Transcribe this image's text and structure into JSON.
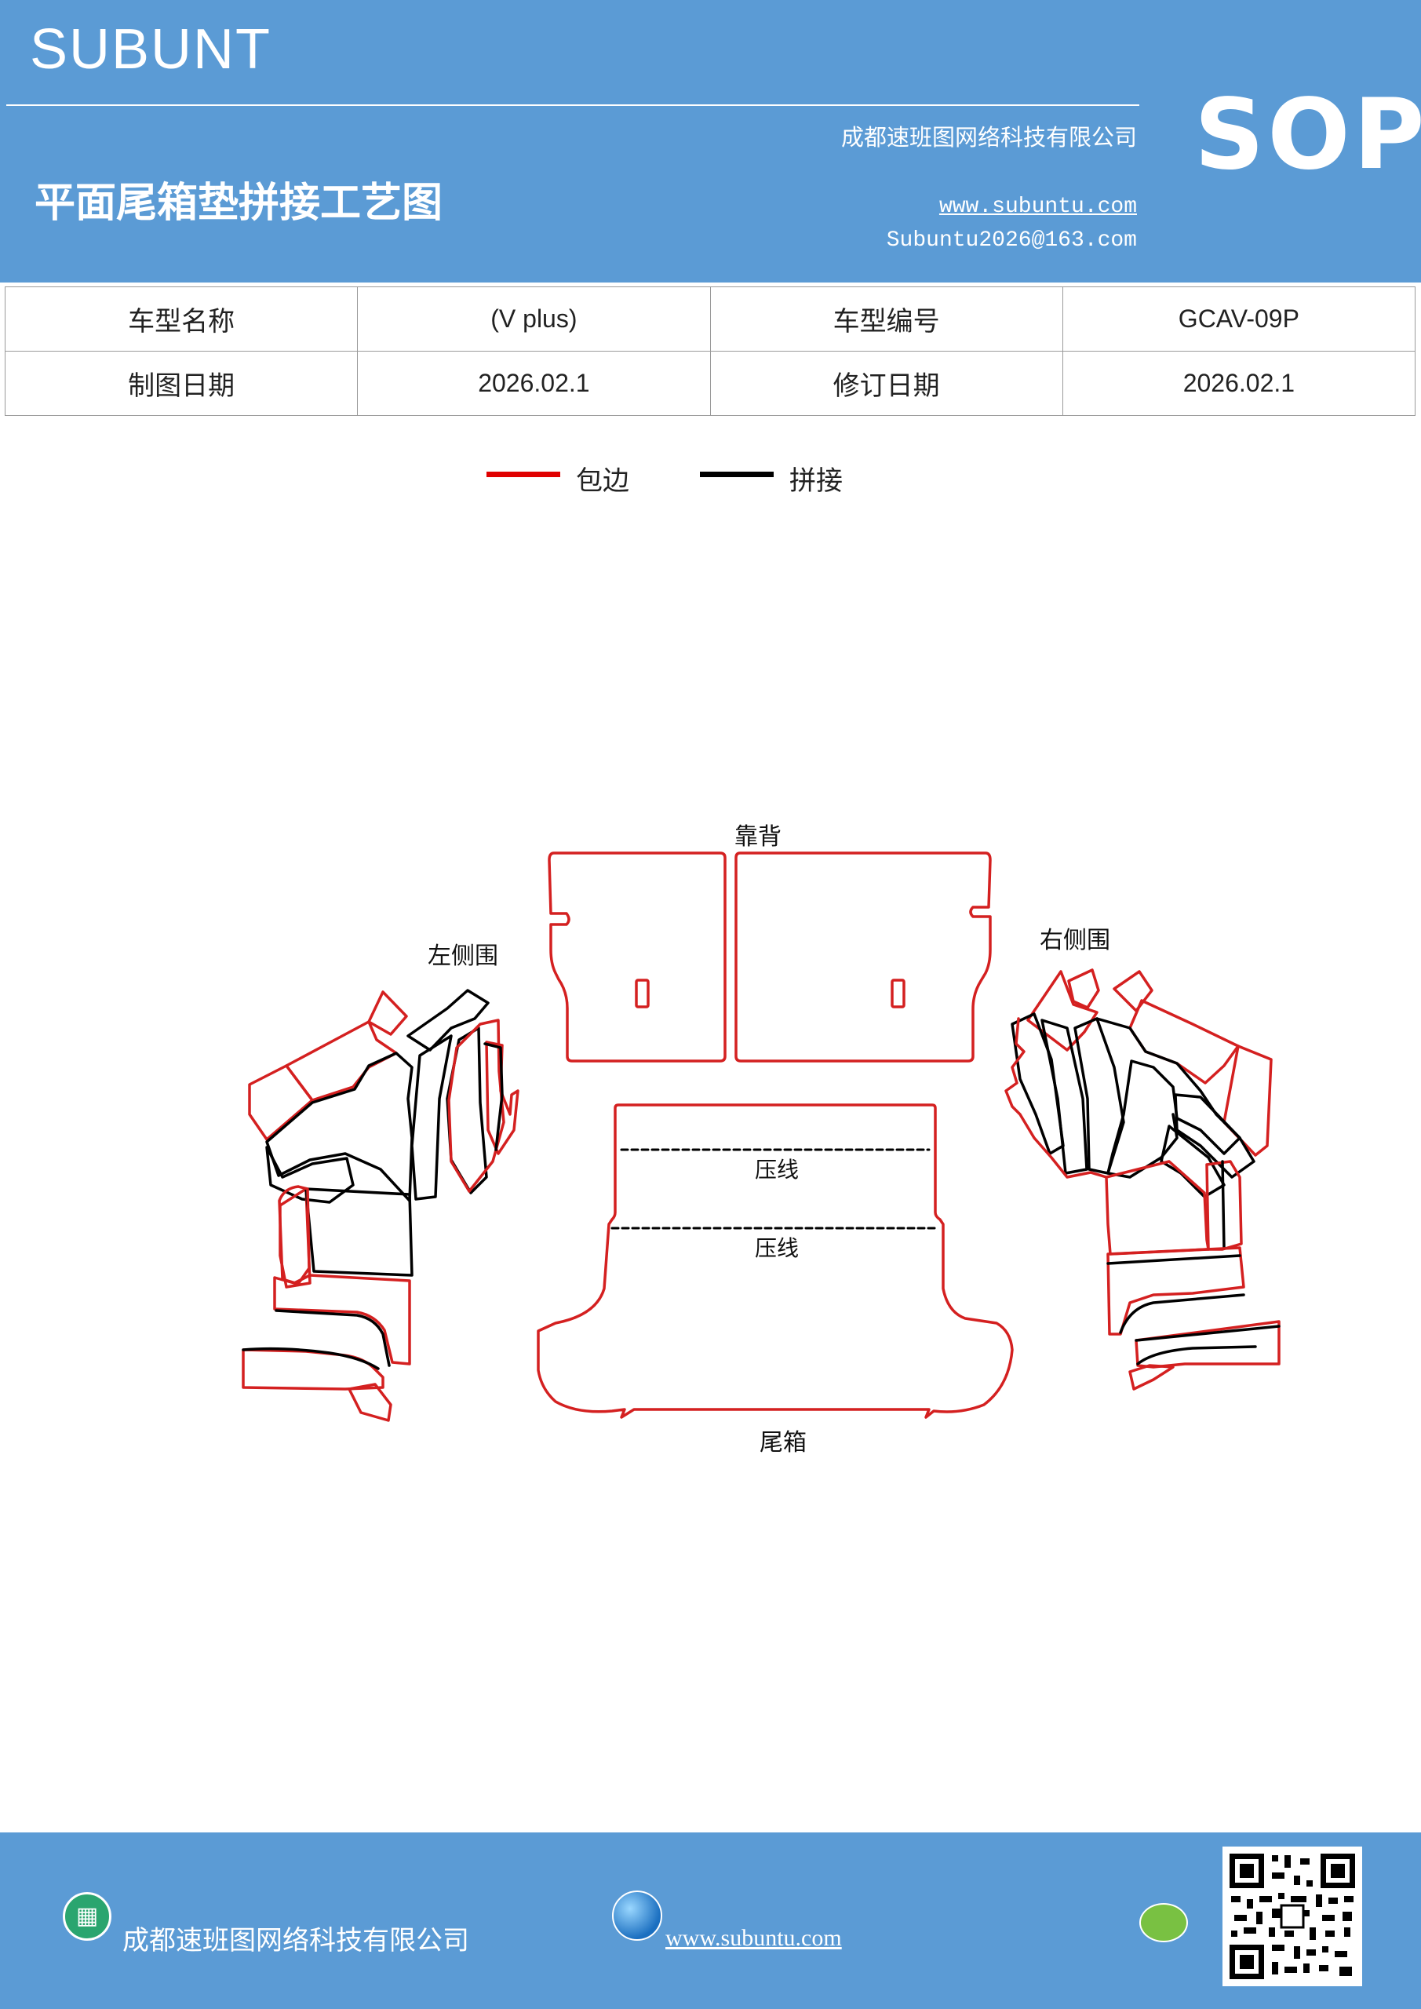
{
  "header": {
    "brand": "SUBUNT",
    "title": "平面尾箱垫拼接工艺图",
    "company": "成都速班图网络科技有限公司",
    "website": "www.subuntu.com",
    "email": "Subuntu2026@163.com",
    "badge": "SOP"
  },
  "info_table": {
    "model_name_label": "车型名称",
    "model_name_value": "(V plus)",
    "model_code_label": "车型编号",
    "model_code_value": "GCAV-09P",
    "draw_date_label": "制图日期",
    "draw_date_value": "2026.02.1",
    "revise_date_label": "修订日期",
    "revise_date_value": "2026.02.1"
  },
  "legend": {
    "items": [
      {
        "label": "包边",
        "color": "#e00000"
      },
      {
        "label": "拼接",
        "color": "#000000"
      }
    ]
  },
  "diagram": {
    "labels": {
      "backrest": "靠背",
      "left_side": "左侧围",
      "right_side": "右侧围",
      "press_line_1": "压线",
      "press_line_2": "压线",
      "trunk": "尾箱"
    },
    "colors": {
      "edge_binding": "#d42020",
      "seam": "#000000"
    }
  },
  "footer": {
    "company": "成都速班图网络科技有限公司",
    "website": "www.subuntu.com"
  }
}
